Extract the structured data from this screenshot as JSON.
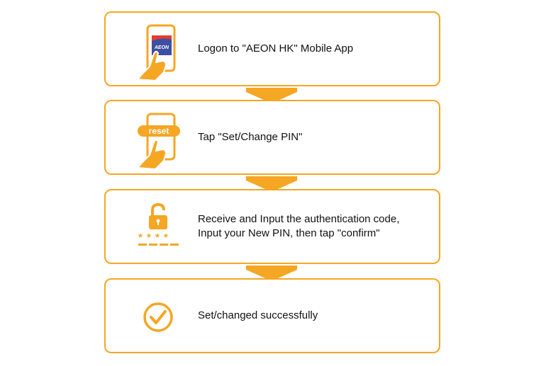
{
  "steps": [
    {
      "icon": "phone-tap-app-icon",
      "icon_label": "AEON",
      "lines": [
        "Logon to \"AEON HK\" Mobile App"
      ]
    },
    {
      "icon": "phone-tap-reset-icon",
      "icon_label": "reset",
      "lines": [
        "Tap \"Set/Change PIN\""
      ]
    },
    {
      "icon": "padlock-pin-icon",
      "icon_label": "* * * *",
      "lines": [
        "Receive and Input the authentication code,",
        "Input your New PIN, then tap \"confirm\""
      ]
    },
    {
      "icon": "checkmark-circle-icon",
      "lines": [
        "Set/changed successfully"
      ]
    }
  ],
  "colors": {
    "accent": "#f5a623",
    "text": "#111111",
    "app_badge": "#3d4fa1"
  }
}
